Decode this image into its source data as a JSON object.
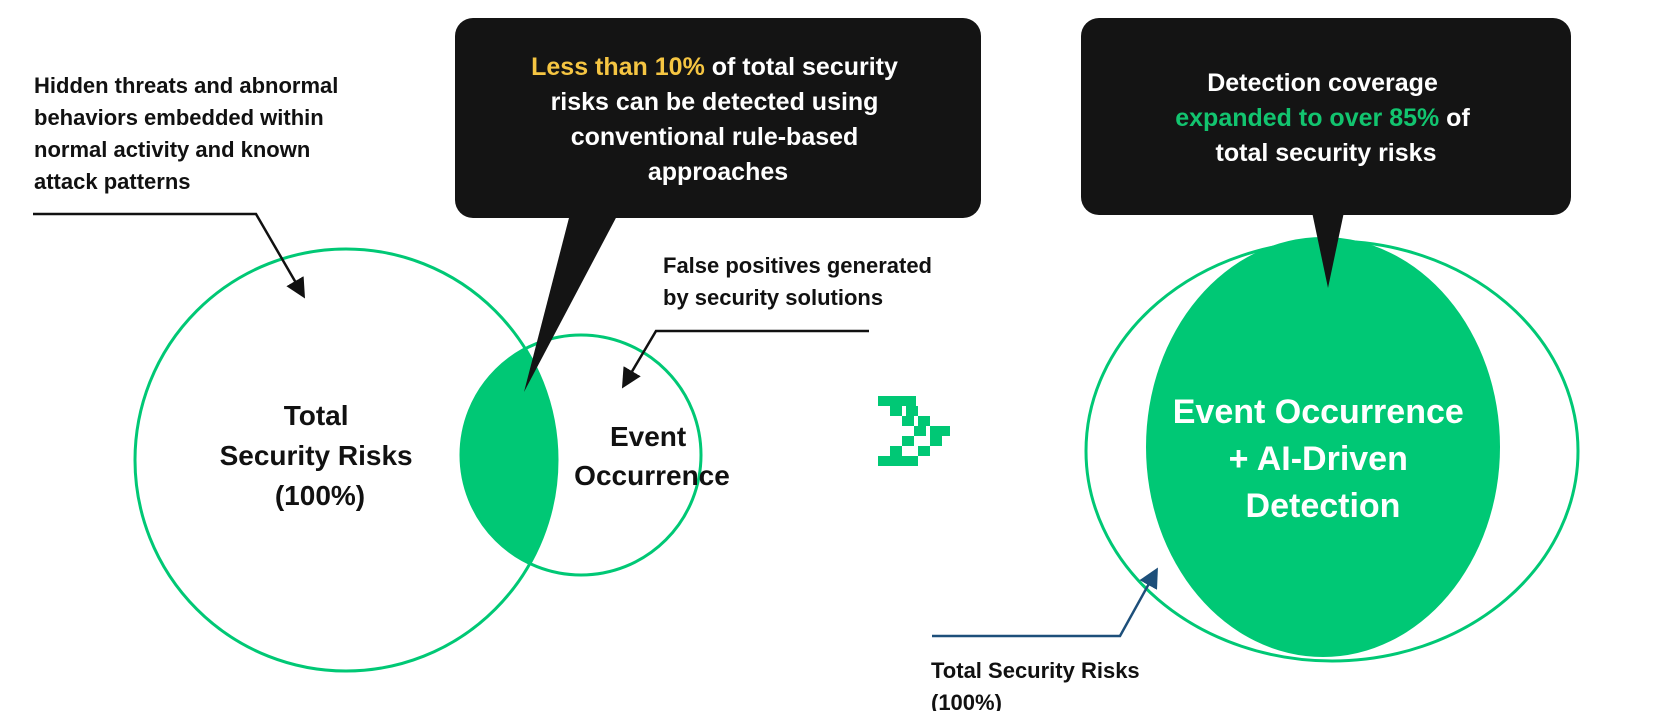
{
  "colors": {
    "green": "#00c875",
    "green_text": "#12c46f",
    "yellow": "#f5c542",
    "bubble": "#141414",
    "dark_arrow": "#1d4f7a",
    "text": "#111111"
  },
  "left": {
    "annotation_hidden": [
      "Hidden threats and abnormal",
      "behaviors embedded within",
      "normal activity and known",
      "attack patterns"
    ],
    "bubble": {
      "line1_highlight": "Less than 10%",
      "line1_rest": " of total security",
      "line2": "risks can be detected using",
      "line3": "conventional rule-based",
      "line4": "approaches"
    },
    "annotation_false_positive": [
      "False positives generated",
      "by security solutions"
    ],
    "total_label": [
      "Total",
      "Security Risks",
      "(100%)"
    ],
    "event_label": [
      "Event",
      "Occurrence"
    ]
  },
  "right": {
    "bubble": {
      "line1": "Detection coverage",
      "line2_highlight": "expanded to over 85%",
      "line2_rest": " of",
      "line3": "total security risks"
    },
    "event_label": [
      "Event Occurrence",
      "+ AI-Driven",
      "Detection"
    ],
    "annotation_total": [
      "Total Security Risks",
      "(100%)"
    ]
  },
  "transition_icon": "chevron-right-icon"
}
